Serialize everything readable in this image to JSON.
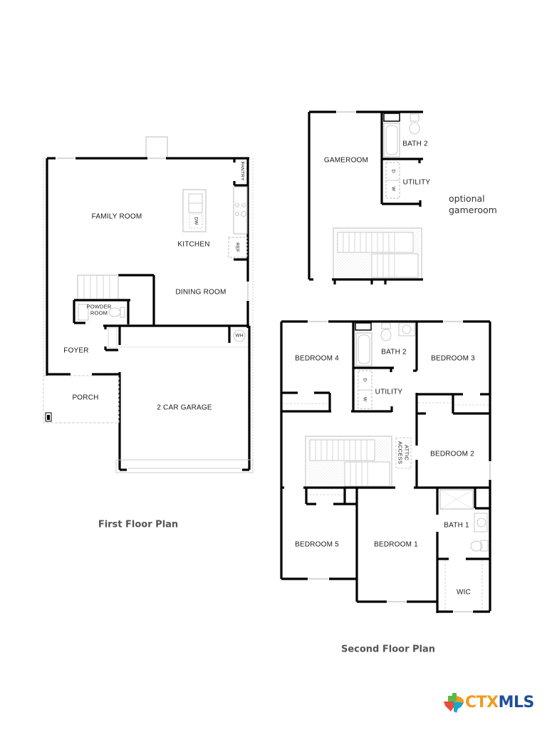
{
  "first_floor": {
    "caption": "First Floor Plan",
    "rooms": {
      "family_room": "FAMILY ROOM",
      "kitchen": "KITCHEN",
      "dining_room": "DINING ROOM",
      "pantry": "PANTRY",
      "ref": "REF",
      "dw": "DW",
      "powder_room_line1": "POWDER",
      "powder_room_line2": "ROOM",
      "foyer": "FOYER",
      "porch": "PORCH",
      "garage": "2 CAR GARAGE",
      "wh": "WH"
    }
  },
  "optional_gameroom": {
    "note_line1": "optional",
    "note_line2": "gameroom",
    "rooms": {
      "gameroom": "GAMEROOM",
      "bath2": "BATH 2",
      "utility": "UTILITY",
      "dryer": "D",
      "washer": "W"
    }
  },
  "second_floor": {
    "caption": "Second Floor Plan",
    "rooms": {
      "bedroom4": "BEDROOM 4",
      "bath2": "BATH 2",
      "bedroom3": "BEDROOM 3",
      "utility": "UTILITY",
      "dryer": "D",
      "washer": "W",
      "attic_line1": "ATTIC",
      "attic_line2": "ACCESS",
      "bedroom2": "BEDROOM 2",
      "bedroom5": "BEDROOM 5",
      "bedroom1": "BEDROOM 1",
      "bath1": "BATH 1",
      "wic": "WIC"
    }
  },
  "logo": {
    "text_a": "CTX",
    "text_b": "MLS",
    "colors": {
      "orange": "#f39a1e",
      "blue": "#1e4f9c",
      "green": "#5bb947",
      "teal": "#1aa7c9",
      "red": "#e84c3d"
    }
  }
}
